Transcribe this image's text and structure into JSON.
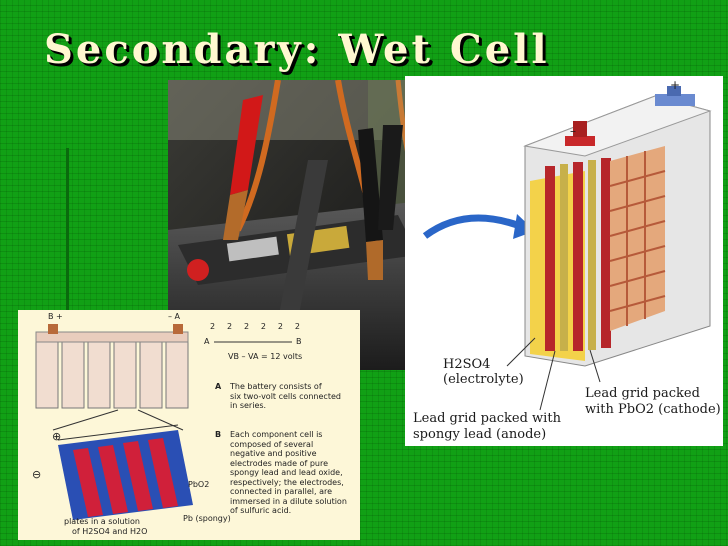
{
  "slide": {
    "title": "Secondary: Wet Cell",
    "background_color": "#11a015"
  },
  "diagram": {
    "plus_sign": "+",
    "minus_sign": "–",
    "electrolyte_line1": "H2SO4",
    "electrolyte_line2": "(electrolyte)",
    "anode_line1": "Lead grid packed with",
    "anode_line2": "spongy lead (anode)",
    "cathode_line1": "Lead grid packed",
    "cathode_line2": "with PbO2 (cathode)"
  },
  "inset": {
    "terminal_b": "B +",
    "terminal_a": "– A",
    "series_numbers": [
      "2",
      "2",
      "2",
      "2",
      "2",
      "2"
    ],
    "series_a": "A",
    "series_b": "B",
    "equation": "VB – VA = 12 volts",
    "note_a_letter": "A",
    "note_a_text": [
      "The battery consists of",
      "six two-volt cells connected",
      "in series."
    ],
    "note_b_letter": "B",
    "note_b_text": [
      "Each component cell is",
      "composed of several",
      "negative and positive",
      "electrodes made of pure",
      "spongy lead and lead oxide,",
      "respectively; the electrodes,",
      "connected in parallel, are",
      "immersed in a dilute solution",
      "of sulfuric acid."
    ],
    "plus": "⊕",
    "minus": "⊖",
    "pbo2": "PbO2",
    "pb_spongy": "Pb (spongy)",
    "plates_line1": "plates in a solution",
    "plates_line2": "of H2SO4 and H2O"
  }
}
